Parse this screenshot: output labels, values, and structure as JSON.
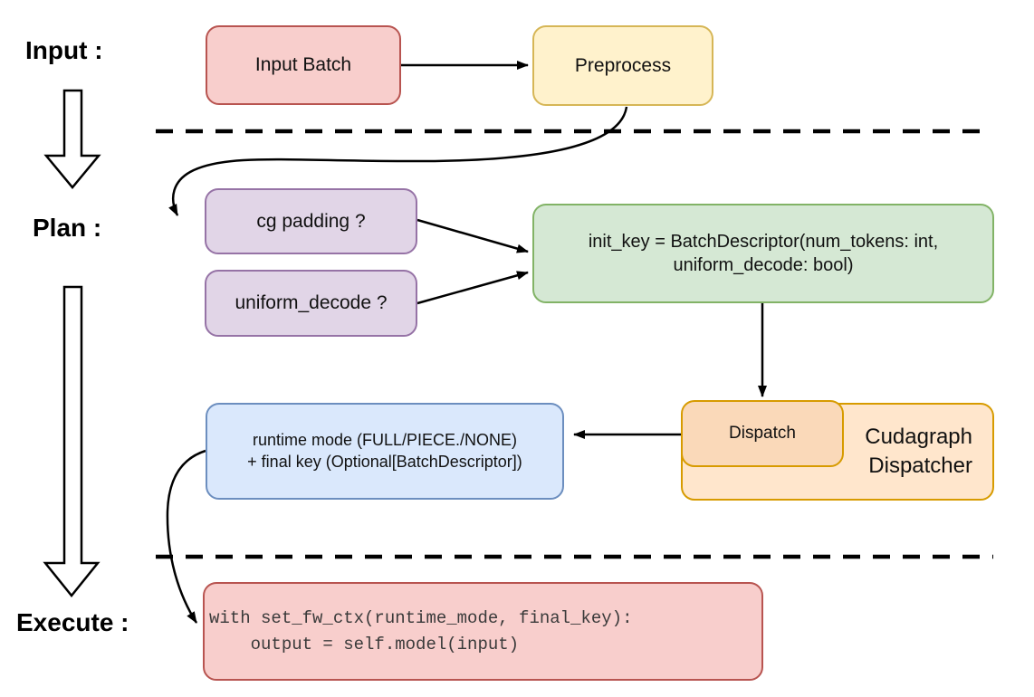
{
  "stage_labels": {
    "input": "Input :",
    "plan": "Plan :",
    "execute": "Execute :"
  },
  "nodes": {
    "input_batch": {
      "label": "Input Batch",
      "fill": "#f8cecc",
      "stroke": "#b85450"
    },
    "preprocess": {
      "label": "Preprocess",
      "fill": "#fff2cc",
      "stroke": "#d6b656"
    },
    "cg_padding": {
      "label": "cg padding ?",
      "fill": "#e1d5e7",
      "stroke": "#9673a6"
    },
    "uniform_decode": {
      "label": "uniform_decode ?",
      "fill": "#e1d5e7",
      "stroke": "#9673a6"
    },
    "init_key": {
      "line1": "init_key = BatchDescriptor(num_tokens: int,",
      "line2": "uniform_decode: bool)",
      "fill": "#d5e8d4",
      "stroke": "#82b366"
    },
    "runtime_result": {
      "line1": "runtime mode (FULL/PIECE./NONE)",
      "line2": "+ final key (Optional[BatchDescriptor])",
      "fill": "#dae8fc",
      "stroke": "#6c8ebf"
    },
    "dispatch": {
      "label": "Dispatch",
      "fill": "#fad9b9",
      "stroke": "#d79b00"
    },
    "cudagraph_dispatcher": {
      "line1": "Cudagraph",
      "line2": "Dispatcher",
      "fill": "#ffe6cc",
      "stroke": "#d79b00"
    },
    "execute_code": {
      "line1": "with set_fw_ctx(runtime_mode, final_key):",
      "line2": "    output = self.model(input)",
      "fill": "#f8cecc",
      "stroke": "#b85450"
    }
  },
  "connector_color": "#000000"
}
